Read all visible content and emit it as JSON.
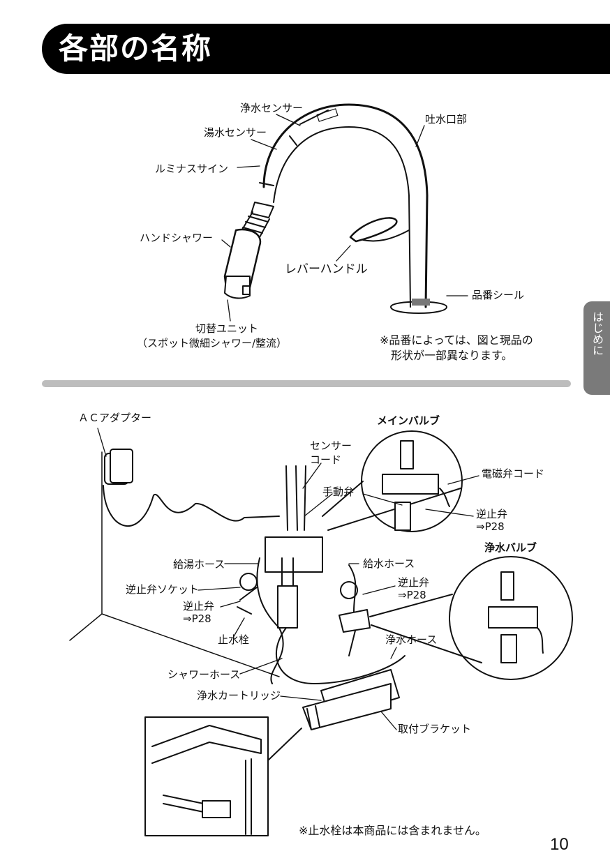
{
  "header": {
    "title": "各部の名称"
  },
  "side_tab": {
    "label": "はじめに"
  },
  "faucet_labels": {
    "purified_sensor": "浄水センサー",
    "hot_sensor": "湯水センサー",
    "luminous_sign": "ルミナスサイン",
    "hand_shower": "ハンドシャワー",
    "spout": "吐水口部",
    "lever_handle": "レバーハンドル",
    "model_seal": "品番シール",
    "switch_unit_line1": "切替ユニット",
    "switch_unit_line2": "（スポット微細シャワー/整流）",
    "shape_note_line1": "※品番によっては、図と現品の",
    "shape_note_line2": "形状が一部異なります。"
  },
  "piping_labels": {
    "ac_adapter": "ＡＣアダプター",
    "sensor_cord_line1": "センサー",
    "sensor_cord_line2": "コード",
    "manual_valve": "手動弁",
    "main_valve": "メインバルブ",
    "solenoid_cord": "電磁弁コード",
    "check_valve_main_line1": "逆止弁",
    "check_valve_main_line2": "⇒P28",
    "purify_valve": "浄水バルブ",
    "hot_hose": "給湯ホース",
    "cold_hose": "給水ホース",
    "check_valve_socket": "逆止弁ソケット",
    "check_valve_left_line1": "逆止弁",
    "check_valve_left_line2": "⇒P28",
    "check_valve_right_line1": "逆止弁",
    "check_valve_right_line2": "⇒P28",
    "stop_cock": "止水栓",
    "purified_hose": "浄水ホース",
    "shower_hose": "シャワーホース",
    "cartridge": "浄水カートリッジ",
    "bracket": "取付ブラケット"
  },
  "footer": {
    "stop_cock_note": "※止水栓は本商品には含まれません。",
    "page_number": "10"
  },
  "colors": {
    "title_bar": "#000000",
    "side_tab": "#7a7a7a",
    "divider": "#bdbdbd"
  }
}
